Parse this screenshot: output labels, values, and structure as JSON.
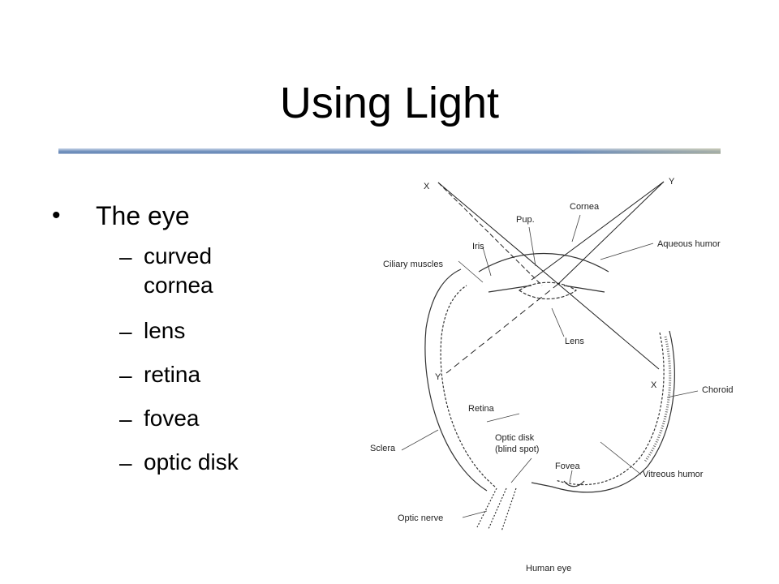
{
  "slide": {
    "title": "Using Light",
    "bullet": {
      "text": "The eye",
      "subitems": [
        "curved\ncornea",
        "lens",
        "retina",
        "fovea",
        "optic disk"
      ]
    }
  },
  "diagram": {
    "labels": {
      "x_top": "X",
      "y_top": "Y",
      "cornea": "Cornea",
      "pupil": "Pup.",
      "iris": "Iris",
      "ciliary": "Ciliary muscles",
      "aqueous": "Aqueous humor",
      "lens": "Lens",
      "x_retina": "X",
      "y_retina": "Y",
      "choroid": "Choroid",
      "retina": "Retina",
      "sclera": "Sclera",
      "optic_disk_1": "Optic disk",
      "optic_disk_2": "(blind spot)",
      "fovea": "Fovea",
      "vitreous": "Vitreous humor",
      "optic_nerve": "Optic nerve",
      "caption": "Human eye"
    }
  }
}
